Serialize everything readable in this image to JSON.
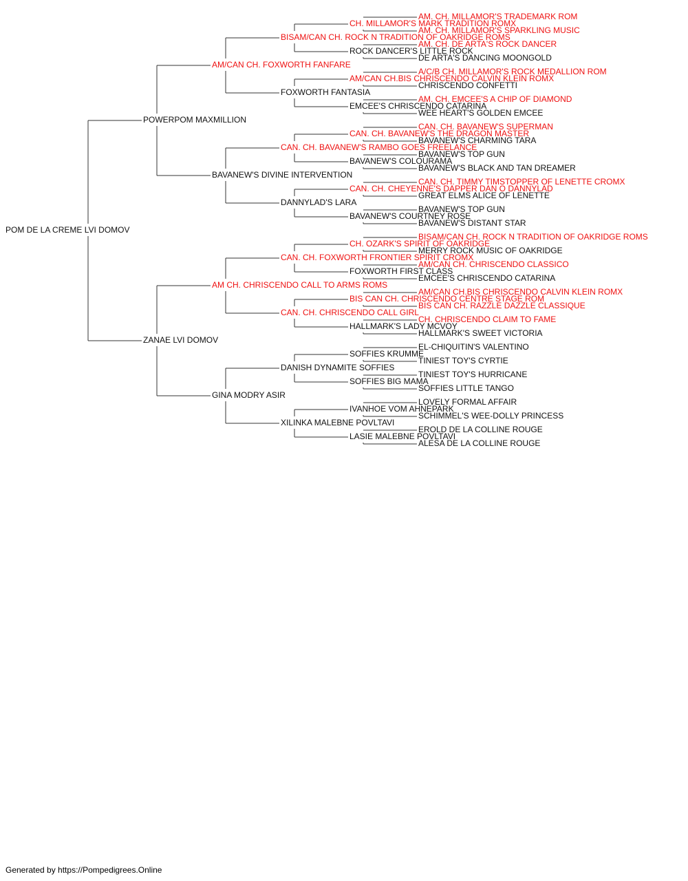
{
  "colors": {
    "champion": "#ee1111",
    "normal": "#111111",
    "line": "#333333"
  },
  "pedigree": {
    "name": "POM DE LA CREME LVI DOMOV",
    "champion": false,
    "sire": {
      "name": "POWERPOM MAXMILLION",
      "champion": false,
      "sire": {
        "name": "AM/CAN CH. FOXWORTH FANFARE",
        "champion": true,
        "sire": {
          "name": "BISAM/CAN CH. ROCK N TRADITION OF OAKRIDGE ROMS",
          "champion": true,
          "sire": {
            "name": "CH. MILLAMOR'S MARK TRADITION ROMX",
            "champion": true,
            "sire": {
              "name": "AM. CH. MILLAMOR'S TRADEMARK ROM",
              "champion": true
            },
            "dam": {
              "name": "AM. CH. MILLAMOR'S SPARKLING MUSIC",
              "champion": true
            }
          },
          "dam": {
            "name": "ROCK DANCER'S LITTLE ROCK",
            "champion": false,
            "sire": {
              "name": "AM. CH. DE ARTA'S ROCK DANCER",
              "champion": true
            },
            "dam": {
              "name": "DE ARTA'S DANCING MOONGOLD",
              "champion": false
            }
          }
        },
        "dam": {
          "name": "FOXWORTH FANTASIA",
          "champion": false,
          "sire": {
            "name": "AM/CAN CH.BIS CHRISCENDO CALVIN KLEIN ROMX",
            "champion": true,
            "sire": {
              "name": "A/C/B CH. MILLAMOR'S ROCK MEDALLION ROM",
              "champion": true
            },
            "dam": {
              "name": "CHRISCENDO CONFETTI",
              "champion": false
            }
          },
          "dam": {
            "name": "EMCEE'S CHRISCENDO CATARINA",
            "champion": false,
            "sire": {
              "name": "AM. CH. EMCEE'S A CHIP OF DIAMOND",
              "champion": true
            },
            "dam": {
              "name": "WEE HEART'S GOLDEN EMCEE",
              "champion": false
            }
          }
        }
      },
      "dam": {
        "name": "BAVANEW'S DIVINE INTERVENTION",
        "champion": false,
        "sire": {
          "name": "CAN. CH. BAVANEW'S RAMBO GOES FREELANCE",
          "champion": true,
          "sire": {
            "name": "CAN. CH. BAVANEW'S THE DRAGON MASTER",
            "champion": true,
            "sire": {
              "name": "CAN. CH. BAVANEW'S SUPERMAN",
              "champion": true
            },
            "dam": {
              "name": "BAVANEW'S CHARMING TARA",
              "champion": false
            }
          },
          "dam": {
            "name": "BAVANEW'S COLOURAMA",
            "champion": false,
            "sire": {
              "name": "BAVANEW'S TOP GUN",
              "champion": false
            },
            "dam": {
              "name": "BAVANEW'S BLACK AND TAN DREAMER",
              "champion": false
            }
          }
        },
        "dam": {
          "name": "DANNYLAD'S LARA",
          "champion": false,
          "sire": {
            "name": "CAN. CH. CHEYENNE'S DAPPER DAN O DANNYLAD",
            "champion": true,
            "sire": {
              "name": "CAN. CH. TIMMY TIMSTOPPER OF LENETTE CROMX",
              "champion": true
            },
            "dam": {
              "name": "GREAT ELMS ALICE OF LENETTE",
              "champion": false
            }
          },
          "dam": {
            "name": "BAVANEW'S COURTNEY ROSE",
            "champion": false,
            "sire": {
              "name": "BAVANEW'S TOP GUN",
              "champion": false
            },
            "dam": {
              "name": "BAVANEW'S DISTANT STAR",
              "champion": false
            }
          }
        }
      }
    },
    "dam": {
      "name": "ZANAE LVI DOMOV",
      "champion": false,
      "sire": {
        "name": "AM CH. CHRISCENDO CALL TO ARMS ROMS",
        "champion": true,
        "sire": {
          "name": "CAN. CH. FOXWORTH FRONTIER SPIRIT CROMX",
          "champion": true,
          "sire": {
            "name": "CH. OZARK'S SPIRIT OF OAKRIDGE",
            "champion": true,
            "sire": {
              "name": "BISAM/CAN CH. ROCK N TRADITION OF OAKRIDGE ROMS",
              "champion": true
            },
            "dam": {
              "name": "MERRY ROCK MUSIC OF OAKRIDGE",
              "champion": false
            }
          },
          "dam": {
            "name": "FOXWORTH FIRST CLASS",
            "champion": false,
            "sire": {
              "name": "AM/CAN CH. CHRISCENDO CLASSICO",
              "champion": true
            },
            "dam": {
              "name": "EMCEE'S CHRISCENDO CATARINA",
              "champion": false
            }
          }
        },
        "dam": {
          "name": "CAN. CH. CHRISCENDO CALL GIRL",
          "champion": true,
          "sire": {
            "name": "BIS CAN CH. CHRISCENDO CENTRE STAGE ROM",
            "champion": true,
            "sire": {
              "name": "AM/CAN CH.BIS CHRISCENDO CALVIN KLEIN ROMX",
              "champion": true
            },
            "dam": {
              "name": "BIS CAN CH. RAZZLE DAZZLE CLASSIQUE",
              "champion": true
            }
          },
          "dam": {
            "name": "HALLMARK'S LADY MCVOY",
            "champion": false,
            "sire": {
              "name": "CH. CHRISCENDO CLAIM TO FAME",
              "champion": true
            },
            "dam": {
              "name": "HALLMARK'S SWEET VICTORIA",
              "champion": false
            }
          }
        }
      },
      "dam": {
        "name": "GINA MODRY ASIR",
        "champion": false,
        "sire": {
          "name": "DANISH DYNAMITE SOFFIES",
          "champion": false,
          "sire": {
            "name": "SOFFIES KRUMME",
            "champion": false,
            "sire": {
              "name": "EL-CHIQUITIN'S VALENTINO",
              "champion": false
            },
            "dam": {
              "name": "TINIEST TOY'S CYRTIE",
              "champion": false
            }
          },
          "dam": {
            "name": "SOFFIES BIG MAMA",
            "champion": false,
            "sire": {
              "name": "TINIEST TOY'S HURRICANE",
              "champion": false
            },
            "dam": {
              "name": "SOFFIES LITTLE TANGO",
              "champion": false
            }
          }
        },
        "dam": {
          "name": "XILINKA MALEBNE POVLTAVI",
          "champion": false,
          "sire": {
            "name": "IVANHOE VOM AHNEPARK",
            "champion": false,
            "sire": {
              "name": "LOVELY FORMAL AFFAIR",
              "champion": false
            },
            "dam": {
              "name": "SCHIMMEL'S WEE-DOLLY PRINCESS",
              "champion": false
            }
          },
          "dam": {
            "name": "LASIE MALEBNE POVLTAVI",
            "champion": false,
            "sire": {
              "name": "EROLD DE LA COLLINE ROUGE",
              "champion": false
            },
            "dam": {
              "name": "ALESA DE LA COLLINE ROUGE",
              "champion": false
            }
          }
        }
      }
    }
  },
  "footer": {
    "text": "Generated by https://Pompedigrees.Online"
  }
}
